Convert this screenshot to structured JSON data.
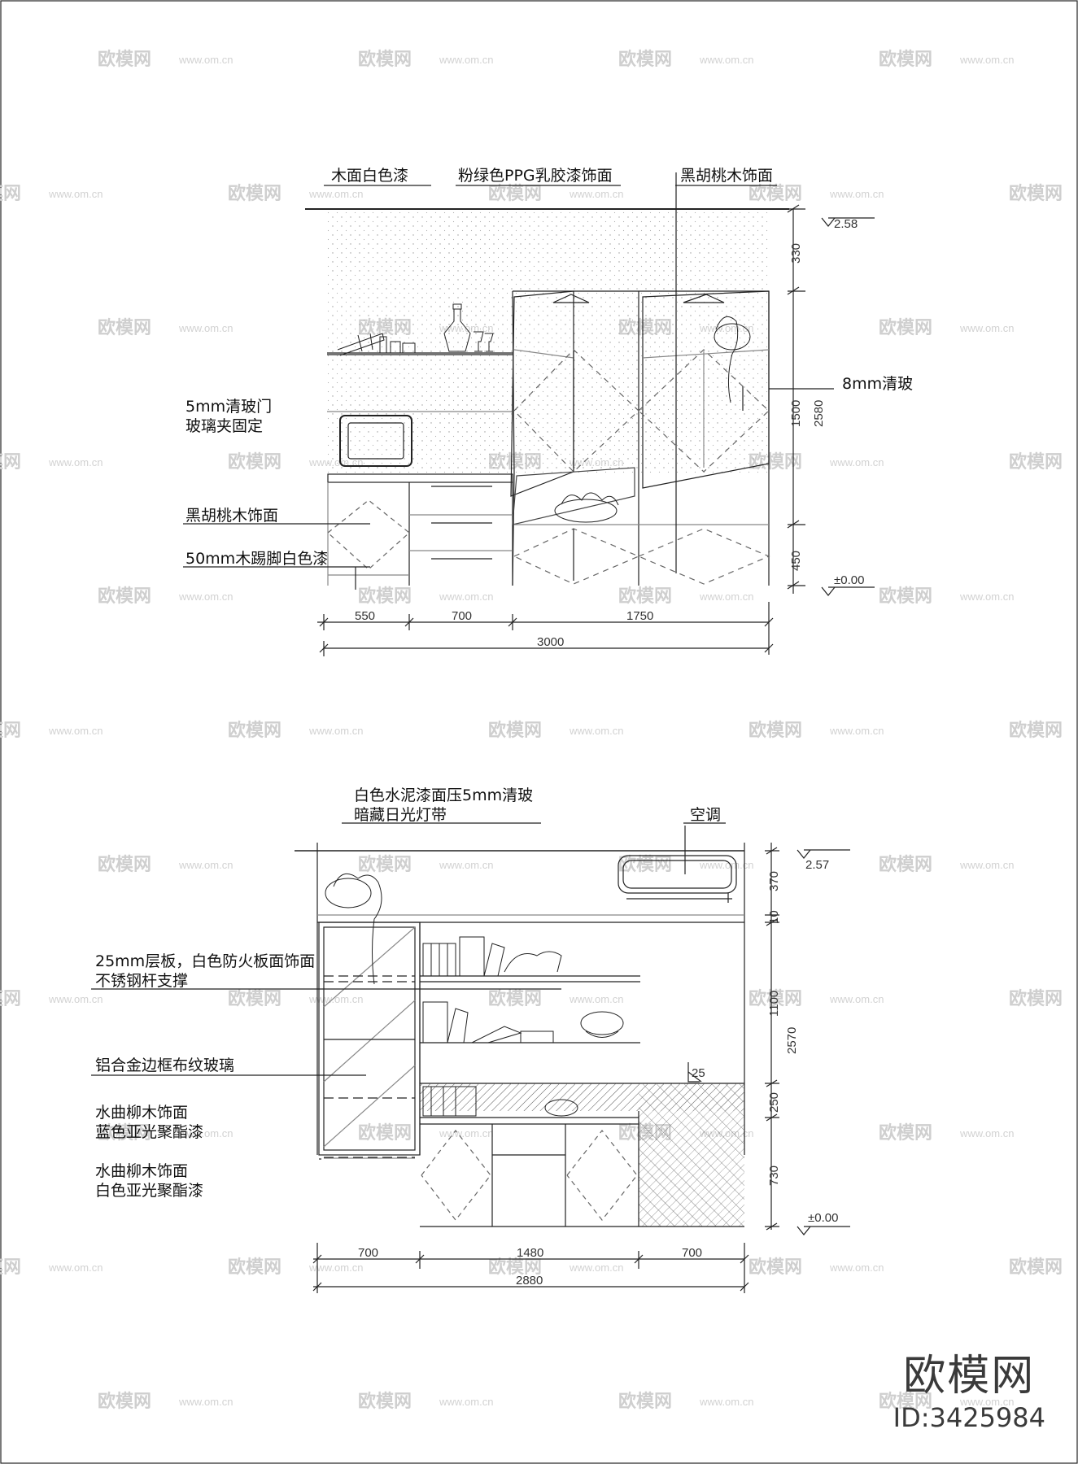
{
  "top_elevation": {
    "labels": {
      "wood_white_paint": "木面白色漆",
      "pink_green_latex": "粉绿色PPG乳胶漆饰面",
      "black_walnut_top": "黑胡桃木饰面",
      "glass_door_1": "5mm清玻门",
      "glass_door_2": "玻璃夹固定",
      "black_walnut_left": "黑胡桃木饰面",
      "skirting": "50mm木踢脚白色漆",
      "clear_glass_8mm": "8mm清玻"
    },
    "levels": {
      "top": "2.58",
      "floor": "±0.00"
    },
    "vertical_dims": {
      "d330": "330",
      "d1500": "1500",
      "d450": "450",
      "d2580": "2580"
    },
    "horizontal_dims": {
      "d550": "550",
      "d700": "700",
      "d1750": "1750",
      "total": "3000"
    }
  },
  "bottom_elevation": {
    "labels": {
      "cement_paint_1": "白色水泥漆面压5mm清玻",
      "cement_paint_2": "暗藏日光灯带",
      "air_conditioner": "空调",
      "shelf_1": "25mm层板，白色防火板面饰面",
      "shelf_2": "不锈钢杆支撑",
      "aluminum_glass": "铝合金边框布纹玻璃",
      "willow_blue_1": "水曲柳木饰面",
      "willow_blue_2": "蓝色亚光聚酯漆",
      "willow_white_1": "水曲柳木饰面",
      "willow_white_2": "白色亚光聚酯漆"
    },
    "levels": {
      "top": "2.57",
      "floor": "±0.00"
    },
    "small_dim": "25",
    "vertical_dims": {
      "d370": "370",
      "d10": "10",
      "d1100": "1100",
      "d250": "250",
      "d730": "730",
      "d2570": "2570"
    },
    "horizontal_dims": {
      "d700a": "700",
      "d1480": "1480",
      "d700b": "700",
      "total": "2880"
    }
  },
  "watermarks": {
    "brand": "欧模网",
    "url": "www.om.cn"
  },
  "brand": {
    "name": "欧模网",
    "id": "ID:3425984"
  }
}
